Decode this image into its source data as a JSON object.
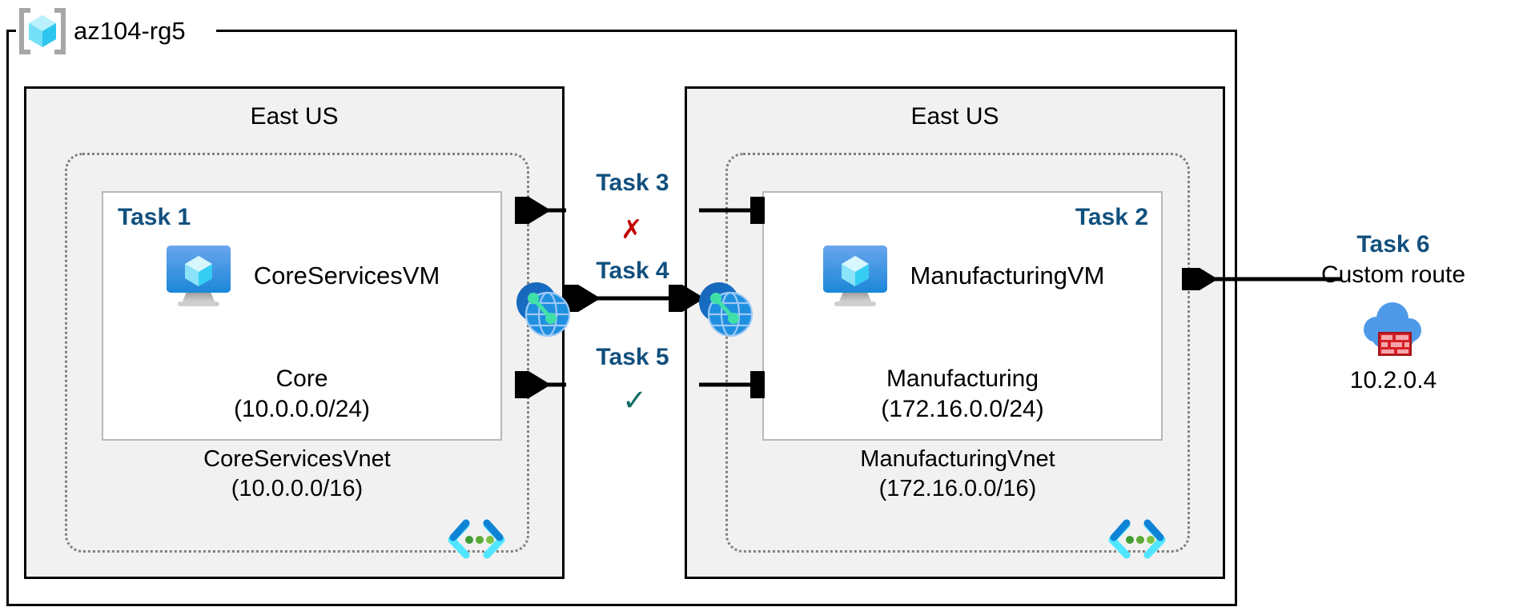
{
  "diagram": {
    "resource_group": {
      "name": "az104-rg5",
      "icon": "resource-group-cube-icon"
    },
    "regions": [
      {
        "id": "left",
        "title": "East US",
        "vnet": {
          "name": "CoreServicesVnet",
          "address_space": "(10.0.0.0/16)",
          "label": "CoreServicesVnet\n(10.0.0.0/16)",
          "icon": "vnet-brackets-icon"
        },
        "subnet": {
          "task_tag": "Task 1",
          "vm_name": "CoreServicesVM",
          "vm_icon": "virtual-machine-icon",
          "name": "Core",
          "address_prefix": "(10.0.0.0/24)",
          "label": "Core\n(10.0.0.0/24)"
        }
      },
      {
        "id": "right",
        "title": "East US",
        "vnet": {
          "name": "ManufacturingVnet",
          "address_space": "(172.16.0.0/16)",
          "label": "ManufacturingVnet\n(172.16.0.0/16)",
          "icon": "vnet-brackets-icon"
        },
        "subnet": {
          "task_tag": "Task 2",
          "vm_name": "ManufacturingVM",
          "vm_icon": "virtual-machine-icon",
          "name": "Manufacturing",
          "address_prefix": "(172.16.0.0/24)",
          "label": "Manufacturing\n(172.16.0.0/24)"
        }
      }
    ],
    "connections": [
      {
        "id": "task3",
        "label": "Task 3",
        "mark": "✗",
        "mark_kind": "cross",
        "mark_color": "#c00000",
        "direction": "bidirectional"
      },
      {
        "id": "task4",
        "label": "Task 4",
        "mark": "",
        "mark_kind": "none",
        "mark_color": "",
        "direction": "bidirectional"
      },
      {
        "id": "task5",
        "label": "Task 5",
        "mark": "✓",
        "mark_kind": "check",
        "mark_color": "#136e63",
        "direction": "bidirectional"
      }
    ],
    "peering_icons": [
      {
        "id": "peer-left",
        "icon": "vnet-peering-icon"
      },
      {
        "id": "peer-right",
        "icon": "vnet-peering-icon"
      }
    ],
    "custom_route": {
      "task_tag": "Task 6",
      "description": "Custom route",
      "icon": "azure-firewall-icon",
      "ip_address": "10.2.0.4",
      "arrow_direction": "left"
    },
    "colors": {
      "task_blue": "#12507e",
      "region_fill": "#f1f1f1",
      "region_border": "#000000",
      "vnet_border": "#808080",
      "subnet_border": "#b8b8b8",
      "cross_red": "#c00000",
      "check_green": "#136e63",
      "azure_blue": "#1b87d8",
      "firewall_red": "#d62027"
    }
  }
}
